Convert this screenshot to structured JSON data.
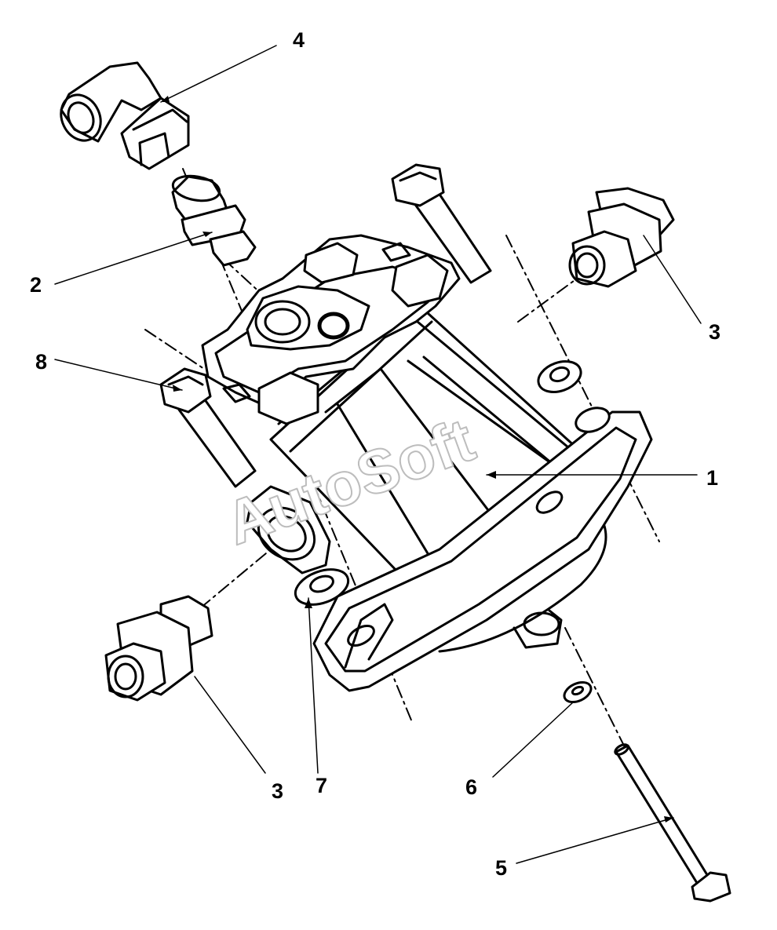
{
  "watermark": "AutoSoft",
  "callouts": [
    {
      "id": "label-4",
      "text": "4"
    },
    {
      "id": "label-2",
      "text": "2"
    },
    {
      "id": "label-8",
      "text": "8"
    },
    {
      "id": "label-3-right",
      "text": "3"
    },
    {
      "id": "label-1",
      "text": "1"
    },
    {
      "id": "label-3-left",
      "text": "3"
    },
    {
      "id": "label-7",
      "text": "7"
    },
    {
      "id": "label-6",
      "text": "6"
    },
    {
      "id": "label-5",
      "text": "5"
    }
  ],
  "colors": {
    "ink": "#000000",
    "paper": "#ffffff",
    "watermark": "#bdbdbd"
  },
  "parts": {
    "1": "pump-body-icon",
    "2": "adapter-nipple-icon",
    "3": "port-fitting-icon",
    "4": "elbow-fitting-icon",
    "5": "bolt-icon",
    "6": "washer-icon",
    "7": "washer-icon",
    "8": "hex-bolt-icon"
  }
}
